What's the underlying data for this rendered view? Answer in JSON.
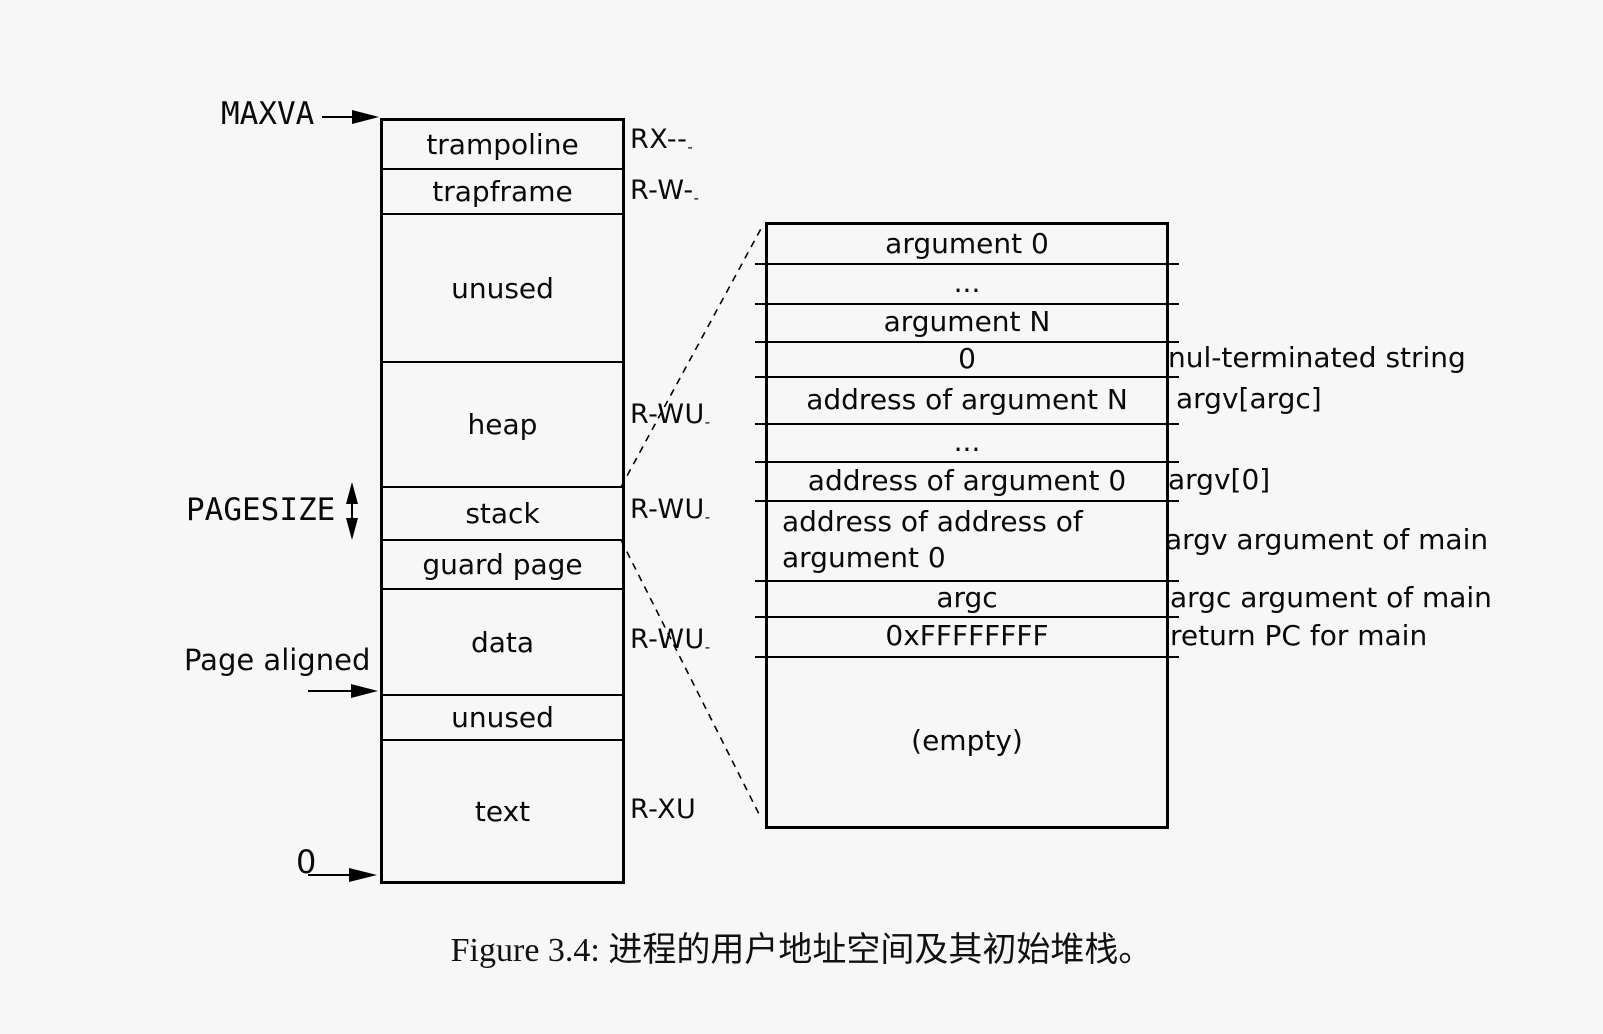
{
  "colors": {
    "background": "#f7f7f7",
    "ink": "#000000"
  },
  "memory_map": {
    "labels": {
      "maxva": "MAXVA",
      "pagesize": "PAGESIZE",
      "page_aligned": "Page aligned",
      "zero": "0"
    },
    "segments": [
      {
        "label": "trampoline",
        "perm": "RX--",
        "perm_sub": "-"
      },
      {
        "label": "trapframe",
        "perm": "R-W-",
        "perm_sub": "-"
      },
      {
        "label": "unused",
        "perm": "",
        "perm_sub": ""
      },
      {
        "label": "heap",
        "perm": "R-WU",
        "perm_sub": "-"
      },
      {
        "label": "stack",
        "perm": "R-WU",
        "perm_sub": "-"
      },
      {
        "label": "guard page",
        "perm": "",
        "perm_sub": ""
      },
      {
        "label": "data",
        "perm": "R-WU",
        "perm_sub": "-"
      },
      {
        "label": "unused",
        "perm": "",
        "perm_sub": ""
      },
      {
        "label": "text",
        "perm": "R-XU",
        "perm_sub": ""
      }
    ]
  },
  "stack_detail": {
    "rows": [
      "argument 0",
      "...",
      "argument N",
      "0",
      "address of argument N",
      "...",
      "address of argument 0",
      "address of address of argument 0",
      "argc",
      "0xFFFFFFFF",
      "(empty)"
    ],
    "annotations": [
      "nul-terminated string",
      "argv[argc]",
      "argv[0]",
      "argv argument of main",
      "argc argument of main",
      "return PC for main"
    ]
  },
  "caption": "Figure 3.4: 进程的用户地址空间及其初始堆栈。"
}
